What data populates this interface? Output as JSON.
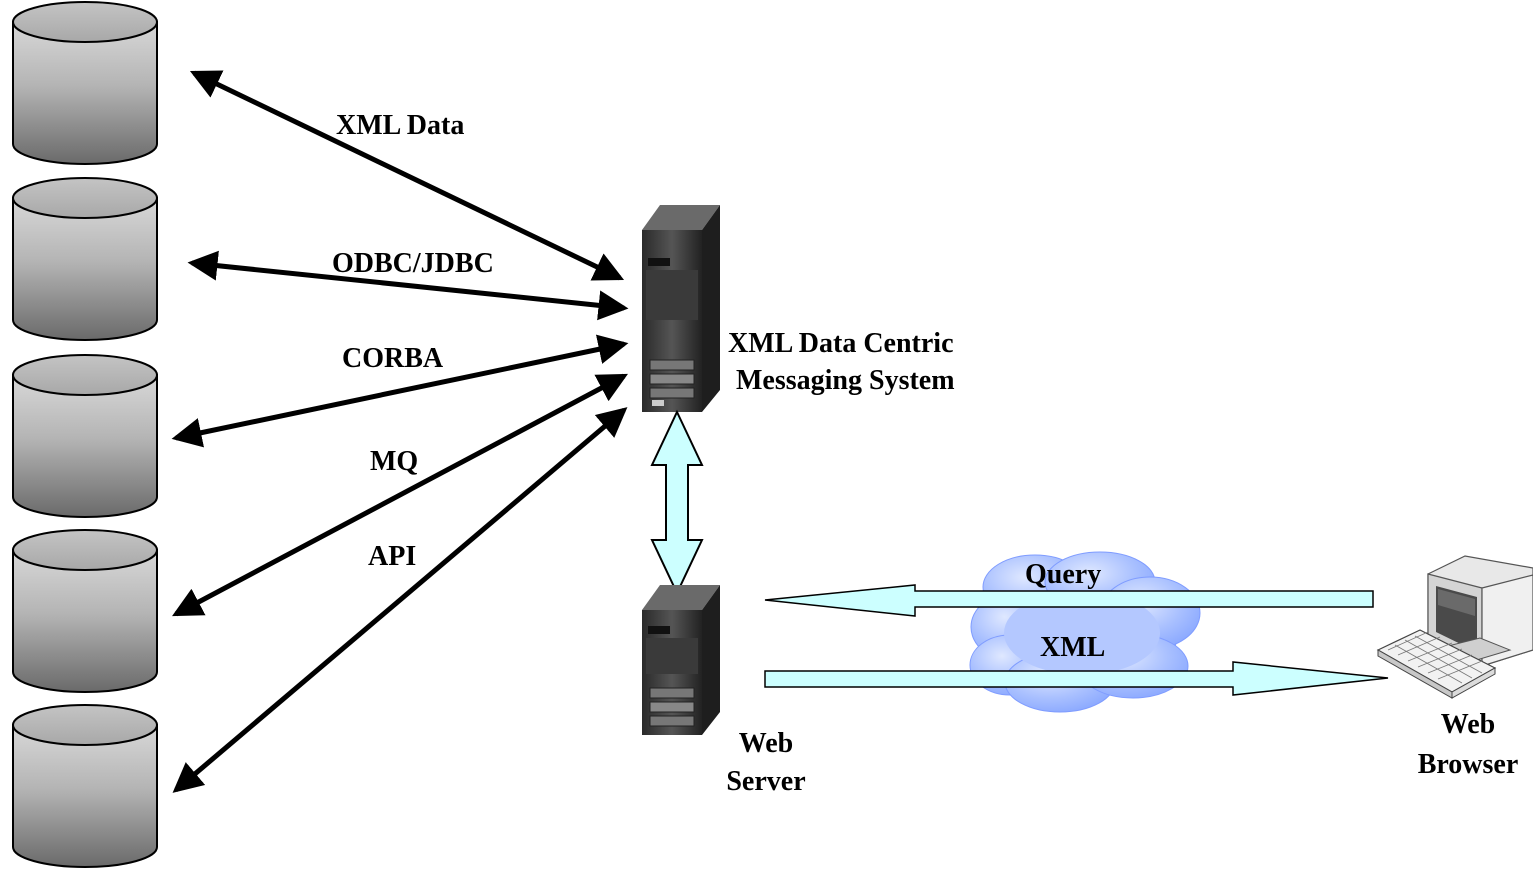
{
  "connections": [
    {
      "id": "xml-data",
      "label": "XML Data"
    },
    {
      "id": "odbc-jdbc",
      "label": "ODBC/JDBC"
    },
    {
      "id": "corba",
      "label": "CORBA"
    },
    {
      "id": "mq",
      "label": "MQ"
    },
    {
      "id": "api",
      "label": "API"
    }
  ],
  "messaging_system": {
    "line1": "XML Data Centric",
    "line2": "Messaging System"
  },
  "web_server": {
    "line1": "Web",
    "line2": "Server"
  },
  "web_browser": {
    "line1": "Web",
    "line2": "Browser"
  },
  "internet": {
    "request_label": "Query",
    "response_label": "XML"
  },
  "colors": {
    "arrow_black": "#000000",
    "flow_arrow_fill": "#ccffff",
    "cloud_fill": "#99b7ff",
    "database_top": "#d2d2d2",
    "database_bottom": "#6e6e6e",
    "server_body": "#3c3c3c"
  }
}
